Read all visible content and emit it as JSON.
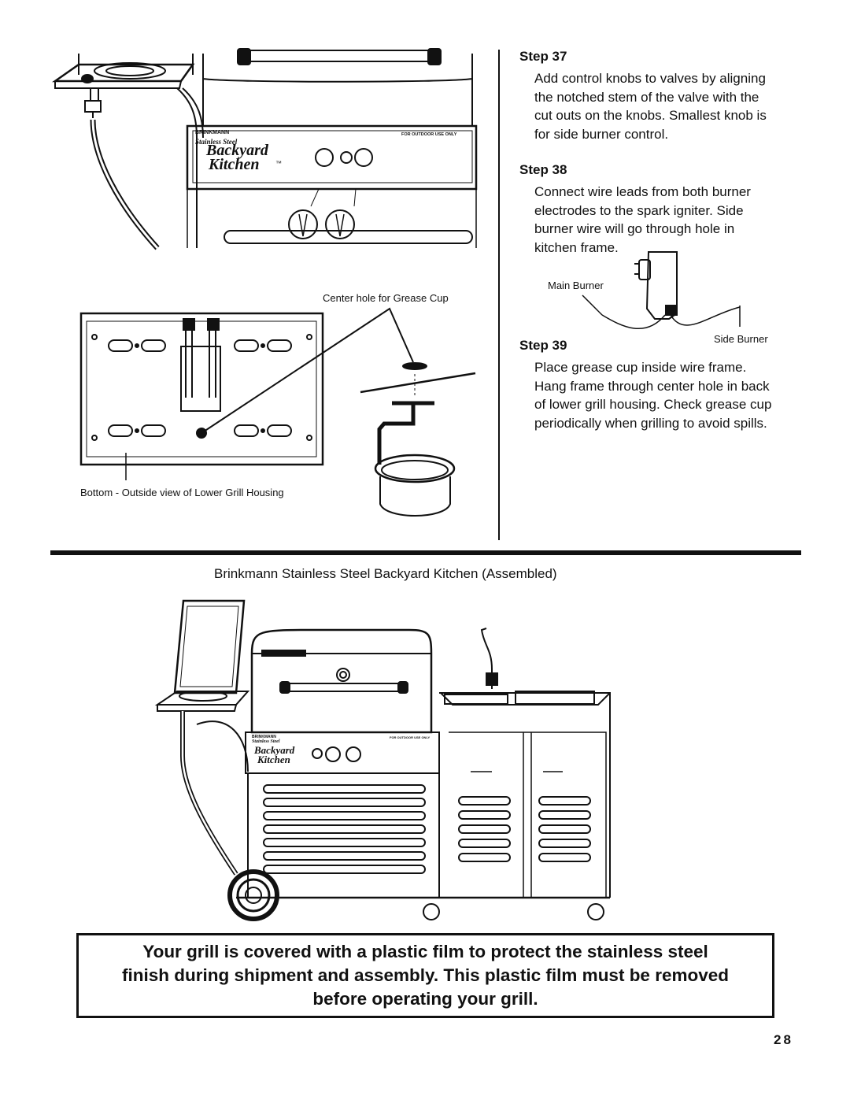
{
  "steps": [
    {
      "title": "Step 37",
      "lines": [
        "Add control knobs to valves by aligning",
        "the notched stem of the valve with the",
        "cut outs on the knobs. Smallest knob is",
        "for side burner control."
      ]
    },
    {
      "title": "Step 38",
      "lines": [
        "Connect wire leads from both burner",
        "electrodes to the spark igniter. Side",
        "burner wire will go through hole in",
        "kitchen frame."
      ]
    },
    {
      "title": "Step 39",
      "lines": [
        "Place grease cup inside wire frame.",
        "Hang frame through center hole in back",
        "of lower grill housing. Check grease cup",
        "periodically when grilling to avoid spills."
      ]
    }
  ],
  "labels": {
    "main_burner": "Main Burner",
    "side_burner": "Side Burner",
    "center_hole": "Center hole for Grease Cup",
    "bottom_view": "Bottom - Outside view of Lower Grill Housing",
    "assembled_caption": "Brinkmann Stainless Steel Backyard Kitchen (Assembled)"
  },
  "control_panel": {
    "brand": "BRINKMANN",
    "line1": "Stainless Steel",
    "line2": "Backyard",
    "line3": "Kitchen",
    "tm": "™",
    "outdoor": "FOR OUTDOOR USE ONLY"
  },
  "warning": {
    "lines": [
      "Your grill is covered with a plastic film to protect the stainless steel",
      "finish during shipment and assembly. This plastic film must be removed",
      "before operating your grill."
    ]
  },
  "page_number": "28"
}
